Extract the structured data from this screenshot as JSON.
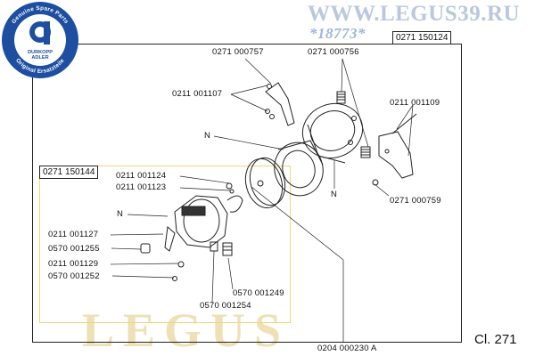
{
  "watermark": {
    "top_text": "WWW.LEGUS39.RU",
    "code_text": "*18773*",
    "bottom_text": "LEGUS"
  },
  "logo": {
    "ring_top": "Genuine Spare Parts",
    "ring_bottom": "Original Ersatzteile",
    "brand": "DURKOPP ADLER",
    "color": "#1d4ea0"
  },
  "main_ref": "0271 150124",
  "inset_ref": "0271 150144",
  "catalog_class": "Cl. 271",
  "labels": {
    "top_left_spring": "0271 000757",
    "top_right_spring": "0271 000756",
    "left_screws": "0211 001107",
    "right_screws": "0211 001109",
    "n_main_upper": "N",
    "n_main_lower": "N",
    "right_plate": "0271 000759",
    "bobbin_screw_a": "0211 001124",
    "bobbin_screw_b": "0211 001123",
    "n_inset": "N",
    "spring_clip": "0211 001127",
    "washer_a": "0570 001255",
    "screw_b": "0211 001129",
    "washer_b": "0570 001252",
    "spring_small": "0570 001249",
    "pin_small": "0570 001254",
    "assembly": "0204 000230 A"
  },
  "colors": {
    "line": "#222222",
    "inset_border": "#f0d678",
    "watermark_blue": "#b9c8df",
    "watermark_gold": "#eee1b6"
  }
}
